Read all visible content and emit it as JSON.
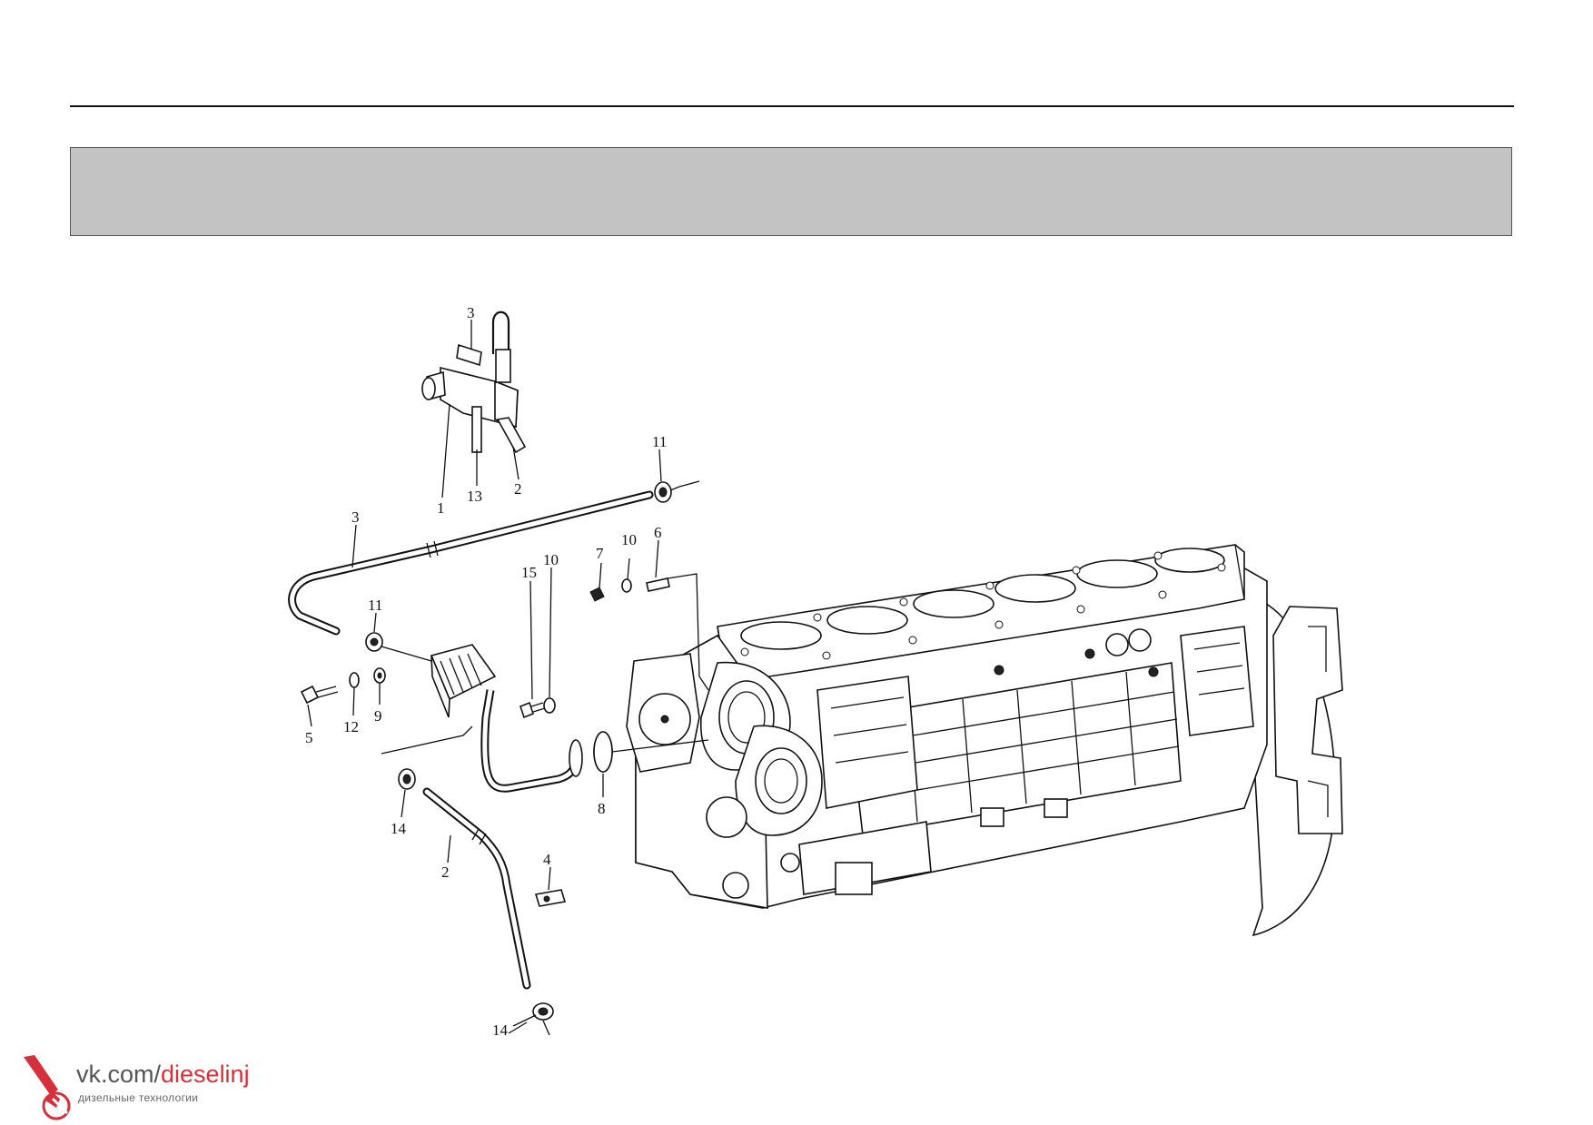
{
  "callouts": [
    {
      "id": "c1",
      "text": "3"
    },
    {
      "id": "c2",
      "text": "1"
    },
    {
      "id": "c3",
      "text": "13"
    },
    {
      "id": "c4",
      "text": "2"
    },
    {
      "id": "c5",
      "text": "11"
    },
    {
      "id": "c6",
      "text": "3"
    },
    {
      "id": "c7",
      "text": "15"
    },
    {
      "id": "c8",
      "text": "10"
    },
    {
      "id": "c9",
      "text": "7"
    },
    {
      "id": "c10",
      "text": "10"
    },
    {
      "id": "c11",
      "text": "6"
    },
    {
      "id": "c12",
      "text": "11"
    },
    {
      "id": "c13",
      "text": "5"
    },
    {
      "id": "c14",
      "text": "12"
    },
    {
      "id": "c15",
      "text": "9"
    },
    {
      "id": "c16",
      "text": "8"
    },
    {
      "id": "c17",
      "text": "14"
    },
    {
      "id": "c18",
      "text": "2"
    },
    {
      "id": "c19",
      "text": "4"
    },
    {
      "id": "c20",
      "text": "14"
    }
  ],
  "watermark": {
    "url_prefix": "vk.com/",
    "url_accent": "dieselinj",
    "subtitle": "дизельные технологии",
    "accent_color": "#d6303b",
    "icon": "injector-logo-icon"
  }
}
